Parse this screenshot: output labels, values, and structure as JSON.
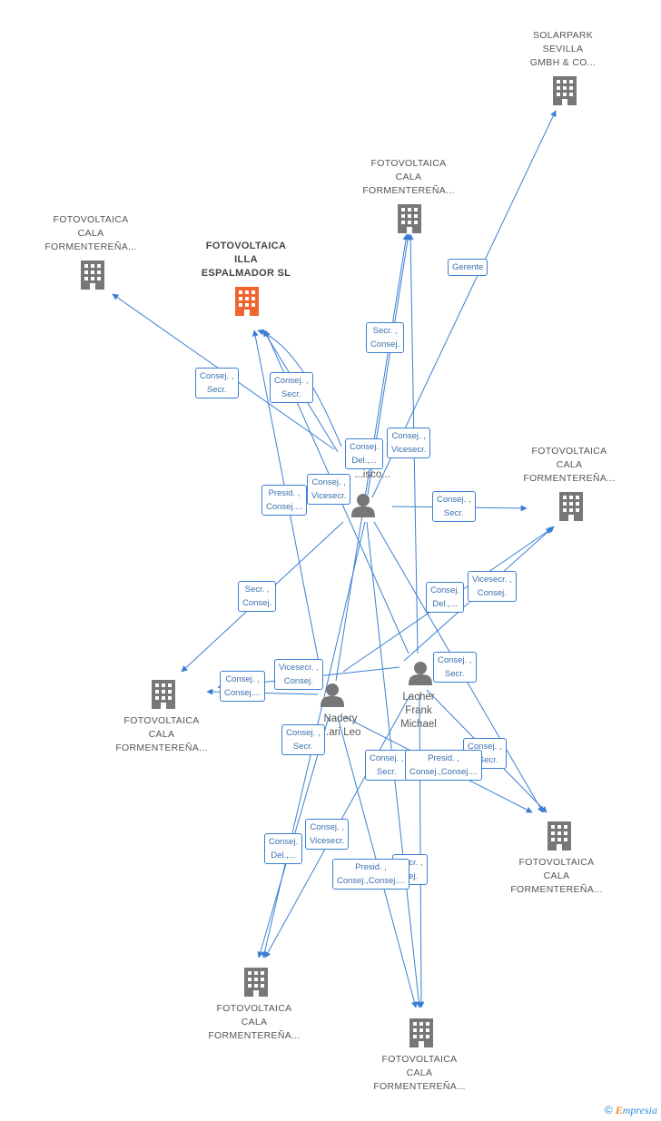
{
  "companies": {
    "solarpark": [
      "SOLARPARK",
      "SEVILLA",
      "GMBH & CO..."
    ],
    "cala_top": [
      "FOTOVOLTAICA",
      "CALA",
      "FORMENTEREÑA..."
    ],
    "cala_left": [
      "FOTOVOLTAICA",
      "CALA",
      "FORMENTEREÑA..."
    ],
    "illa": [
      "FOTOVOLTAICA",
      "ILLA",
      "ESPALMADOR SL"
    ],
    "cala_right": [
      "FOTOVOLTAICA",
      "CALA",
      "FORMENTEREÑA..."
    ],
    "cala_midleft": [
      "FOTOVOLTAICA",
      "CALA",
      "FORMENTEREÑA..."
    ],
    "cala_lowright": [
      "FOTOVOLTAICA",
      "CALA",
      "FORMENTEREÑA..."
    ],
    "cala_bottomleft": [
      "FOTOVOLTAICA",
      "CALA",
      "FORMENTEREÑA..."
    ],
    "cala_bottom": [
      "FOTOVOLTAICA",
      "CALA",
      "FORMENTEREÑA..."
    ]
  },
  "persons": {
    "francisco": [
      "...isco..."
    ],
    "lacher": [
      "Lacher",
      "Frank",
      "Michael"
    ],
    "nadery": [
      "Nadery",
      "...ari Leo"
    ]
  },
  "roles": {
    "r1": [
      "Gerente"
    ],
    "r2": [
      "Secr. ,",
      "Consej."
    ],
    "r3": [
      "Consej. ,",
      "Secr."
    ],
    "r4": [
      "Consej. ,",
      "Secr."
    ],
    "r5": [
      "Consej. ,",
      "Vicesecr."
    ],
    "r6": [
      "Consej.",
      "Del.,..."
    ],
    "r7": [
      "Consej. ,",
      "Vicesecr."
    ],
    "r8": [
      "Presid. ,",
      "Consej...."
    ],
    "r9": [
      "Consej. ,",
      "Secr."
    ],
    "r10": [
      "Secr. ,",
      "Consej."
    ],
    "r11": [
      "Vicesecr. ,",
      "Consej."
    ],
    "r12": [
      "Consej.",
      "Del.,..."
    ],
    "r13": [
      "Vicesecr. ,",
      "Consej."
    ],
    "r14": [
      "Consej. ,",
      "Consej...."
    ],
    "r15": [
      "Consej. ,",
      "Secr."
    ],
    "r16": [
      "Consej. ,",
      "Secr."
    ],
    "r17": [
      "Consej. ,",
      "Secr."
    ],
    "r18": [
      "Consej. ,",
      "...Secr."
    ],
    "r19": [
      "Presid. ,",
      "Consej.,Consej...."
    ],
    "r20": [
      "Consej. ,",
      "Vicesecr."
    ],
    "r21": [
      "Consej.",
      "Del.,..."
    ],
    "r22": [
      "...ecr. ,",
      "...ej."
    ],
    "r23": [
      "Presid. ,",
      "Consej.,Consej...."
    ]
  },
  "footer": {
    "copyright": "©",
    "brand_first": "E",
    "brand_rest": "mpresia"
  },
  "colors": {
    "edge": "#3b7fd4",
    "building": "#777777",
    "building_main": "#f0642d",
    "person": "#777777"
  }
}
